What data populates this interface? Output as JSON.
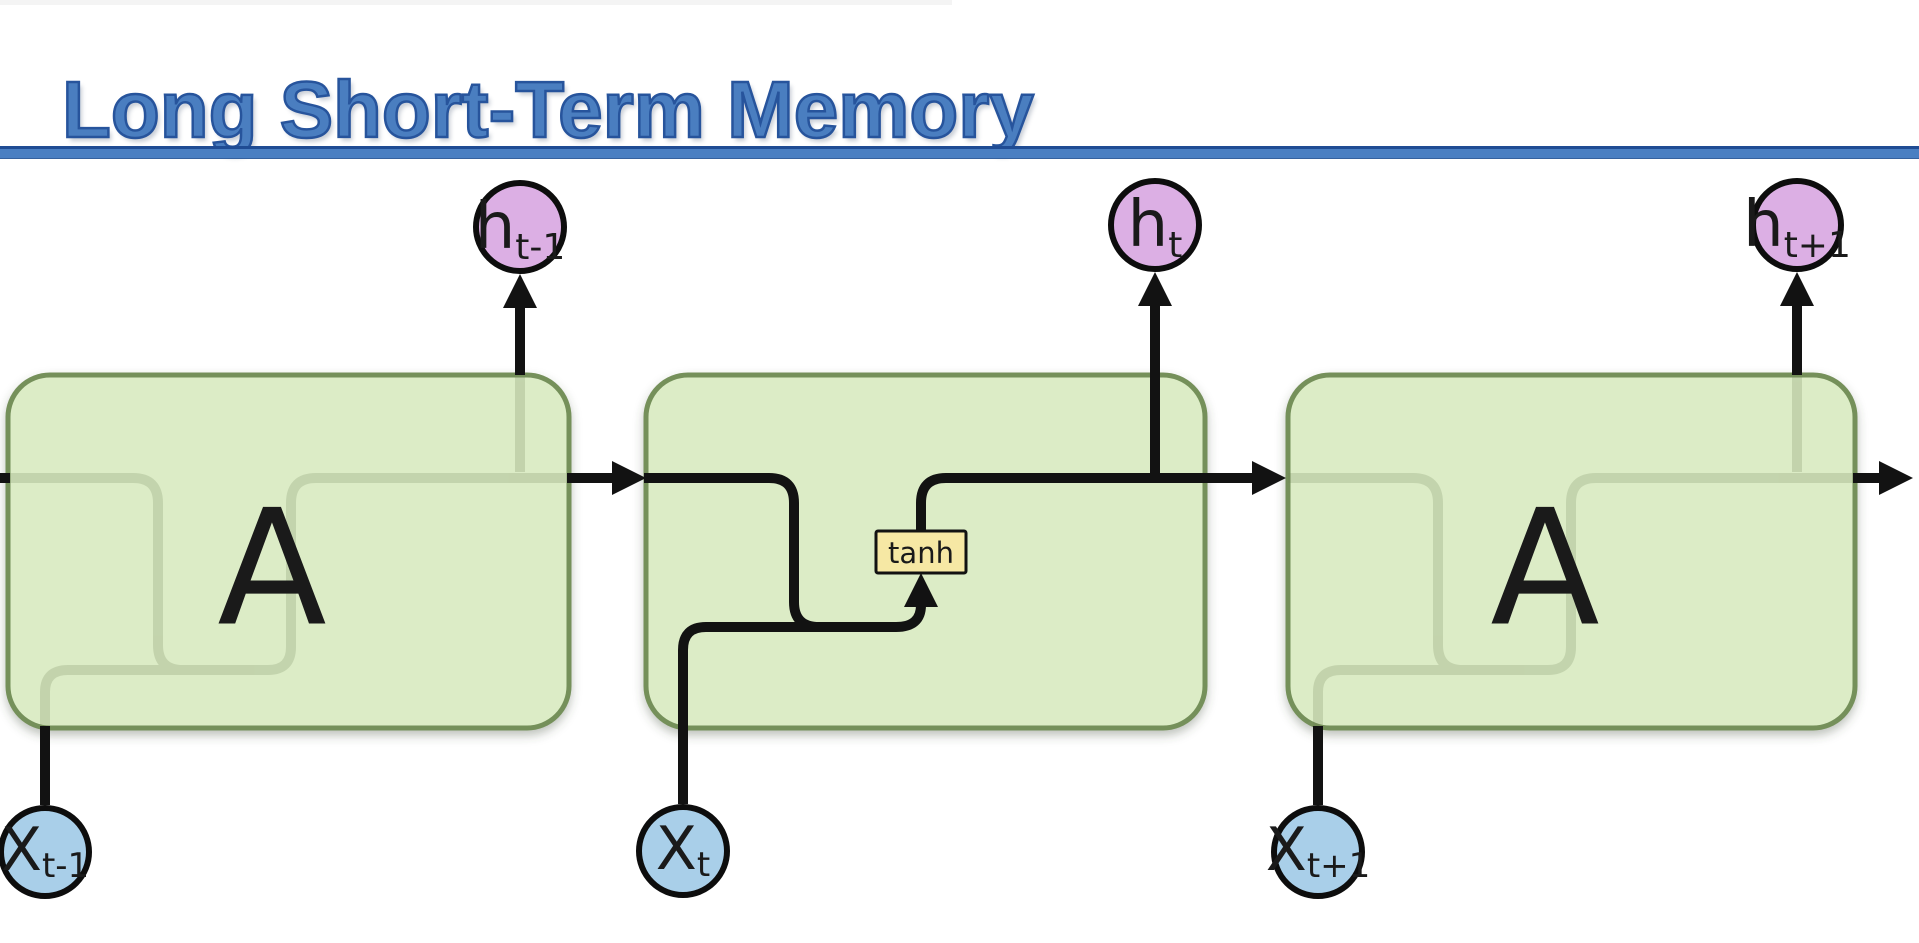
{
  "slide": {
    "title": "Long Short-Term Memory"
  },
  "colors": {
    "title_fill": "#4a7ec0",
    "title_outline": "#27549c",
    "divider_fill": "#4a7fc2",
    "divider_edge": "#1f4c94",
    "background": "#ffffff",
    "cell_fill": "#dcecc6",
    "cell_border": "#75905a",
    "line": "#121212",
    "ghost_line": "#6e7f55",
    "h_node_fill": "#dcafe4",
    "x_node_fill": "#a9cfe9",
    "node_border": "#0d0d0d",
    "tanh_fill": "#f6e8a4",
    "label_color": "#1a1a1a"
  },
  "diagram": {
    "cell_left_label": "A",
    "cell_right_label": "A",
    "tanh_label": "tanh",
    "nodes": {
      "h_prev": {
        "main": "h",
        "sub": "t-1"
      },
      "h_cur": {
        "main": "h",
        "sub": "t"
      },
      "h_next": {
        "main": "h",
        "sub": "t+1"
      },
      "x_prev": {
        "main": "X",
        "sub": "t-1"
      },
      "x_cur": {
        "main": "X",
        "sub": "t"
      },
      "x_next": {
        "main": "X",
        "sub": "t+1"
      }
    }
  }
}
